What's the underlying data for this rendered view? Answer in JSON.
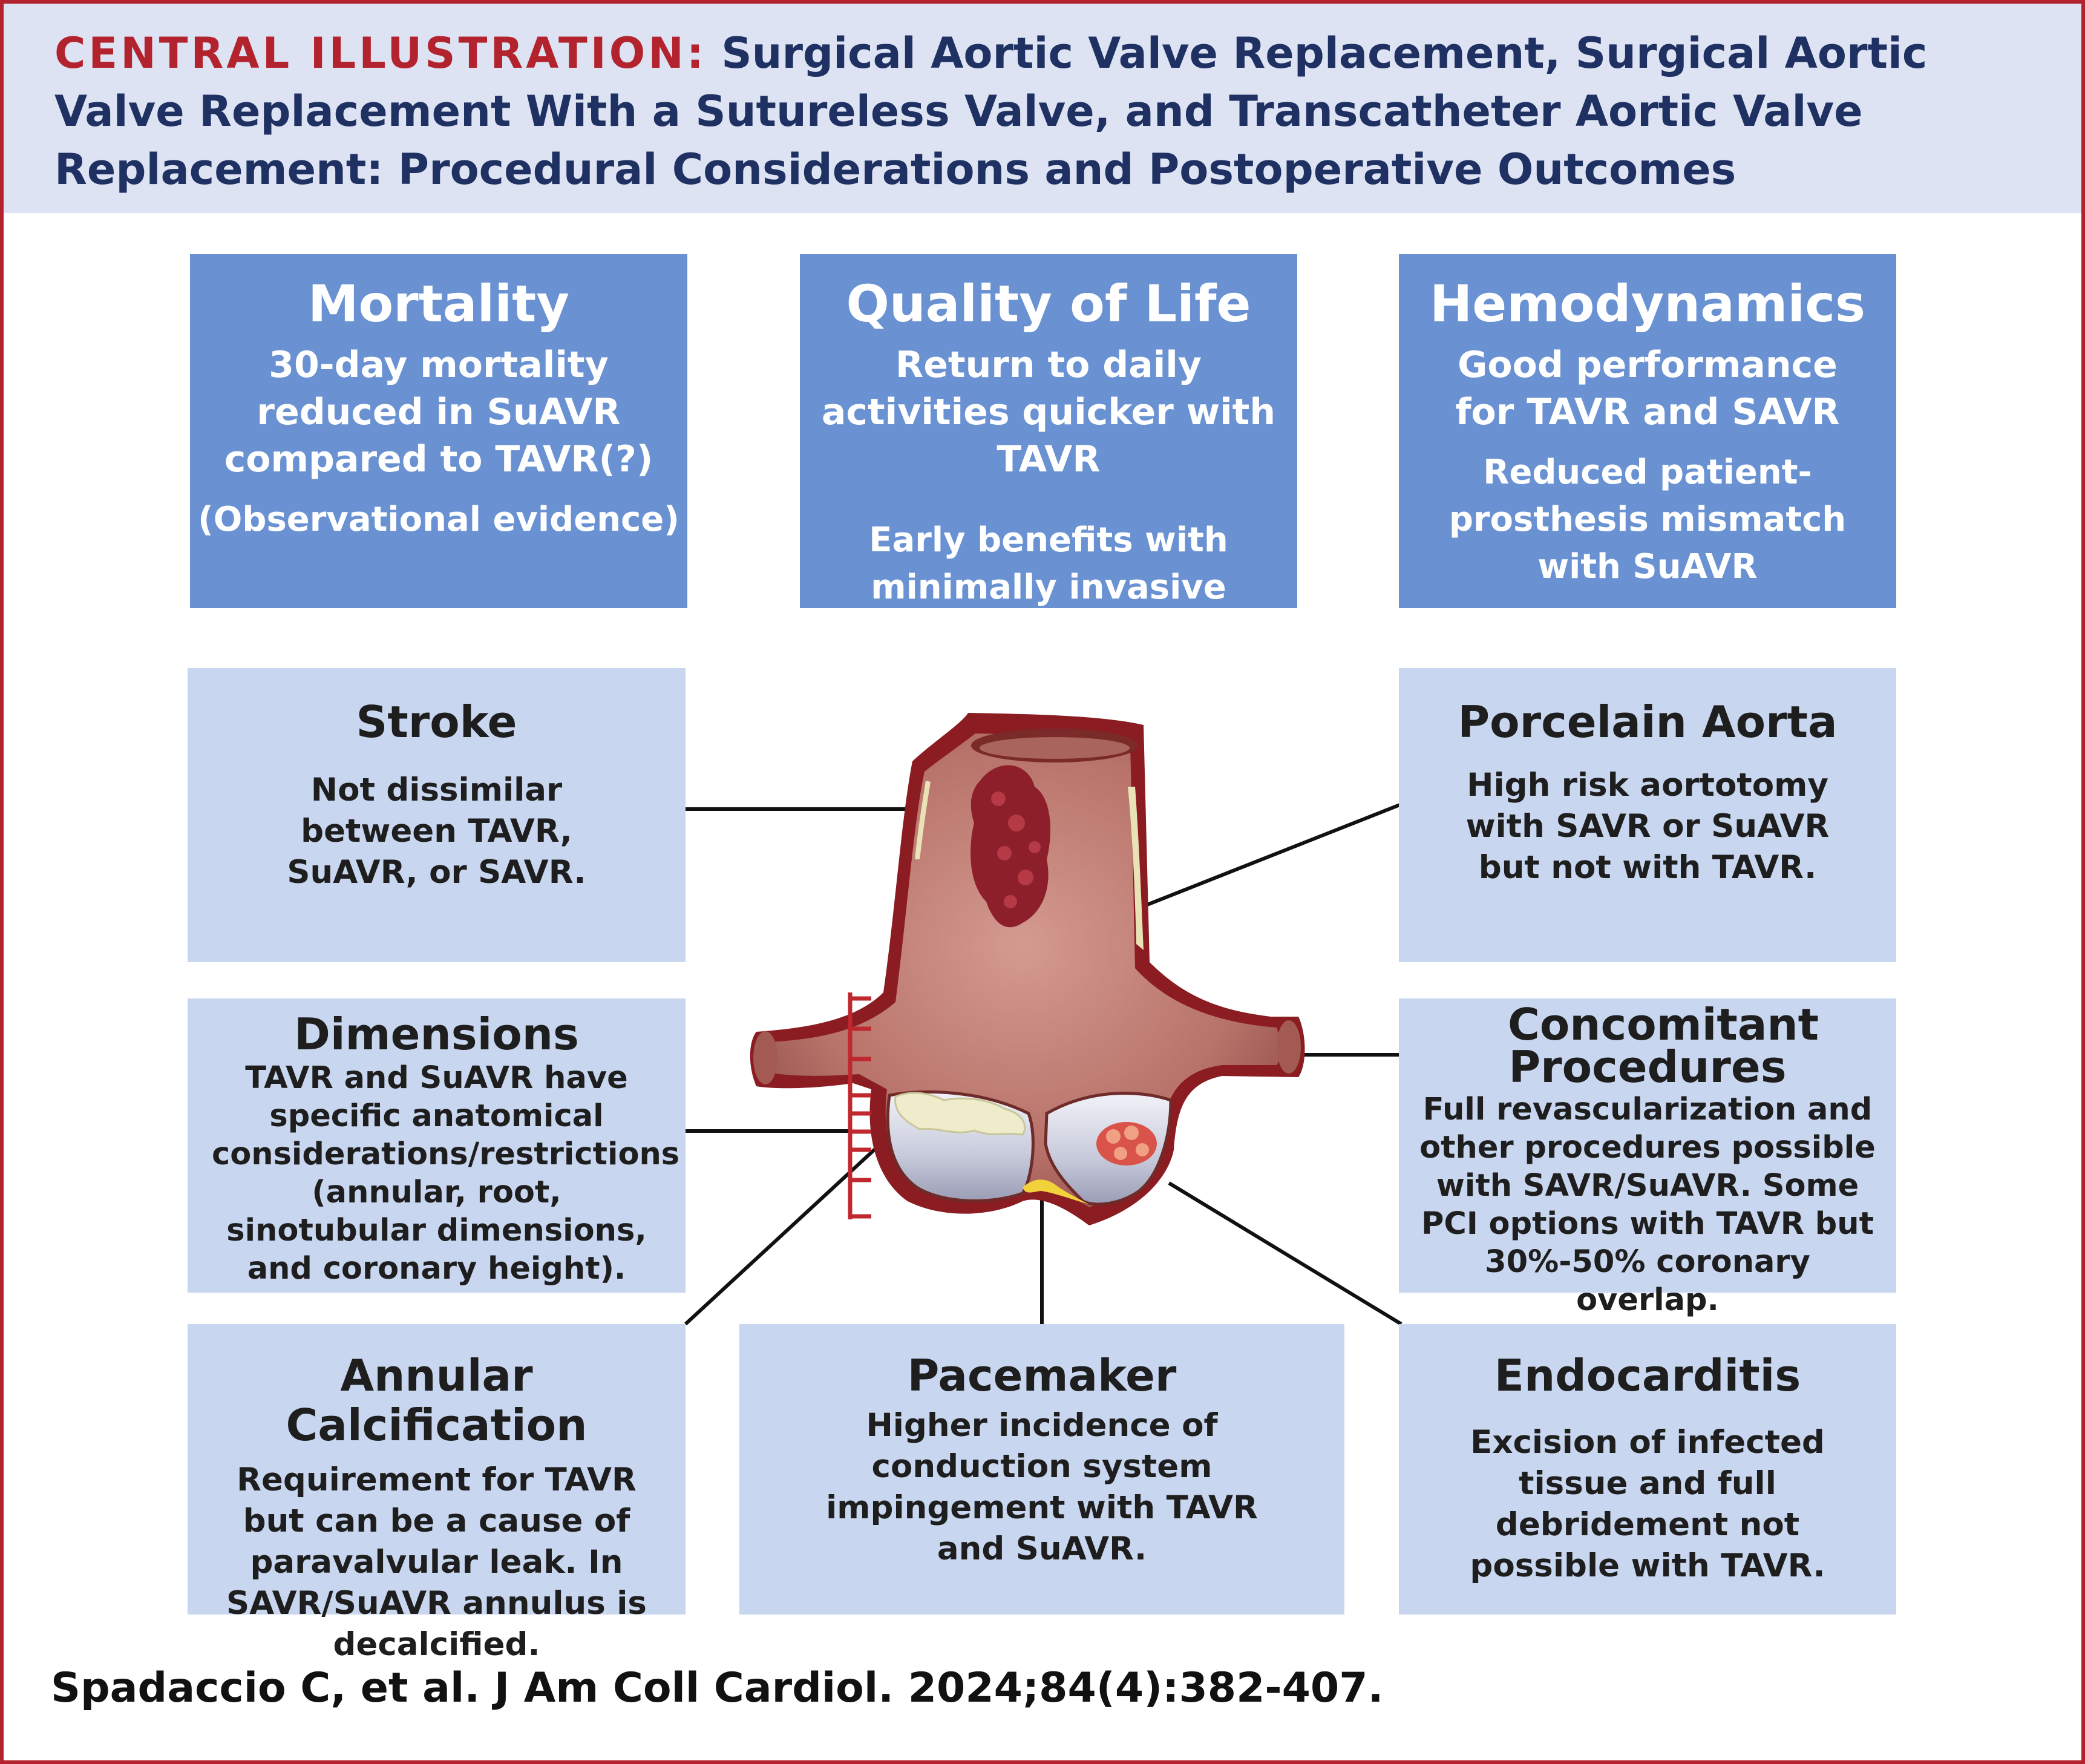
{
  "header": {
    "label": "CENTRAL ILLUSTRATION:",
    "title": "Surgical Aortic Valve Replacement, Surgical Aortic Valve Replacement With a Sutureless Valve, and Transcatheter Aortic Valve Replacement: Procedural Considerations and Postoperative Outcomes"
  },
  "outcomes": {
    "mortality": {
      "title": "Mortality",
      "line1": "30-day mortality reduced in SuAVR compared to TAVR(?)",
      "line2": "(Observational evidence)"
    },
    "quality_of_life": {
      "title": "Quality of Life",
      "line1": "Return to daily activities quicker with TAVR",
      "line2": "Early benefits with minimally invasive SuAVR"
    },
    "hemodynamics": {
      "title": "Hemodynamics",
      "line1": "Good performance for TAVR and SAVR",
      "line2": "Reduced patient-prosthesis mismatch with SuAVR"
    }
  },
  "considerations": {
    "stroke": {
      "title": "Stroke",
      "body": "Not dissimilar between TAVR, SuAVR, or SAVR."
    },
    "porcelain_aorta": {
      "title": "Porcelain Aorta",
      "body": "High risk aortotomy with SAVR or SuAVR but not with TAVR."
    },
    "dimensions": {
      "title": "Dimensions",
      "body": "TAVR and SuAVR have specific anatomical considerations/restrictions (annular, root, sinotubular dimensions, and coronary height)."
    },
    "concomitant_procedures": {
      "title": "Concomitant Procedures",
      "body": "Full revascularization and other procedures possible with SAVR/SuAVR. Some PCI options with TAVR but 30%-50% coronary overlap."
    },
    "annular_calcification": {
      "title": "Annular Calcification",
      "body": "Requirement for TAVR but can be a cause of paravalvular leak. In SAVR/SuAVR annulus is decalcified."
    },
    "pacemaker": {
      "title": "Pacemaker",
      "body": "Higher incidence of conduction system impingement with TAVR and SuAVR."
    },
    "endocarditis": {
      "title": "Endocarditis",
      "body": "Excision of infected tissue and full debridement not possible with TAVR."
    }
  },
  "citation": "Spadaccio C, et al. J Am Coll Cardiol. 2024;84(4):382-407.",
  "colors": {
    "accent_red": "#b3232e",
    "title_navy": "#1f3062",
    "outcome_box_blue": "#6a92d2",
    "consideration_box_blue": "#c8d6ef",
    "header_band": "#dde3f2",
    "aorta_tissue": "#b9766e",
    "aorta_wall": "#8a1c22"
  }
}
